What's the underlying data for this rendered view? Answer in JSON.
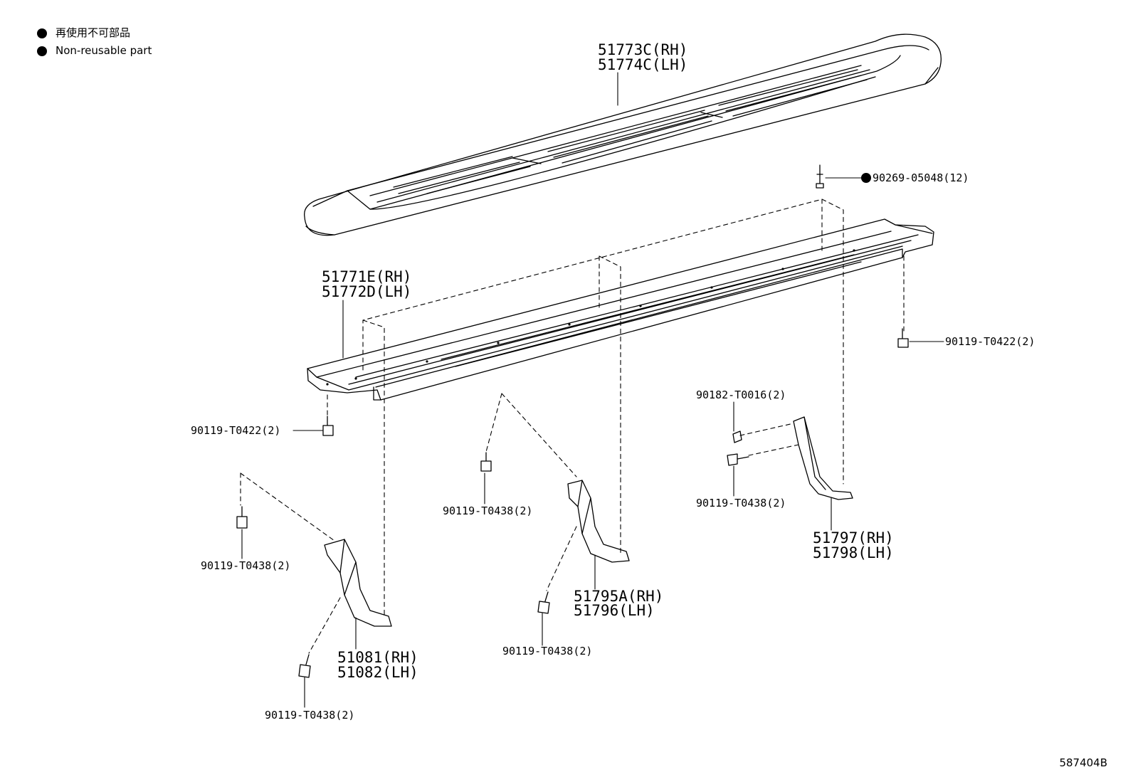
{
  "legend": {
    "japanese": "再使用不可部品",
    "english": "Non-reusable part"
  },
  "figure_id": "587404B",
  "parts": {
    "step_cover": [
      "51773C(RH)",
      "51774C(LH)"
    ],
    "step_board": [
      "51771E(RH)",
      "51772D(LH)"
    ],
    "clip": "90269-05048(12)",
    "bolt_right_end": "90119-T0422(2)",
    "bolt_left_end": "90119-T0422(2)",
    "nut_rear": "90182-T0016(2)",
    "bolt_rear": "90119-T0438(2)",
    "bracket_rear": [
      "51797(RH)",
      "51798(LH)"
    ],
    "bolt_center_top": "90119-T0438(2)",
    "bolt_center_bottom": "90119-T0438(2)",
    "bracket_center": [
      "51795A(RH)",
      "51796(LH)"
    ],
    "bolt_front_top": "90119-T0438(2)",
    "bolt_front_bottom": "90119-T0438(2)",
    "bracket_front": [
      "51081(RH)",
      "51082(LH)"
    ]
  }
}
